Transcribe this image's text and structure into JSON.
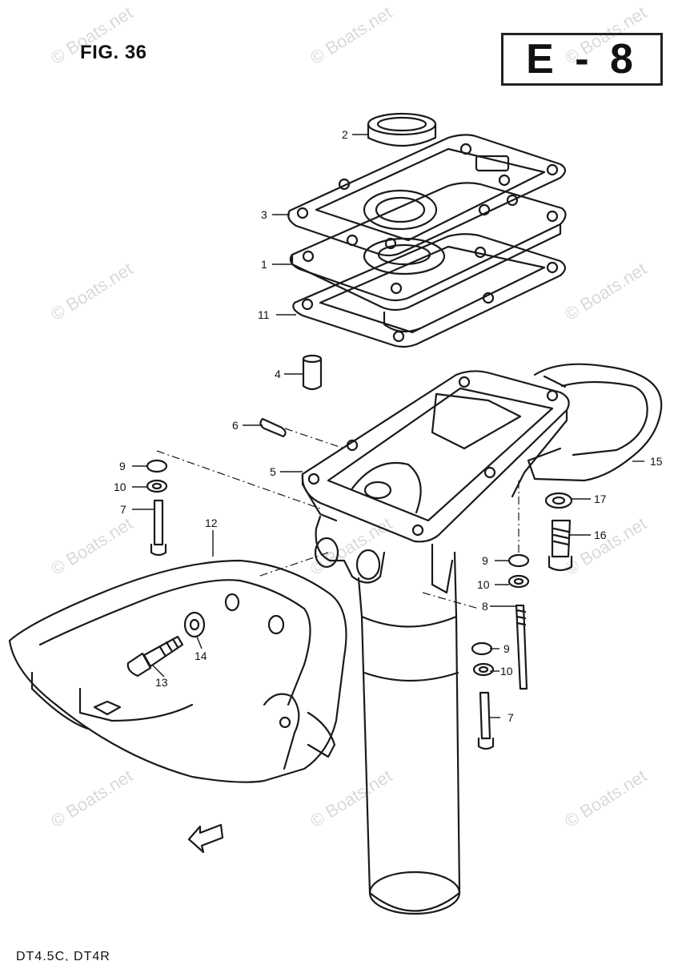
{
  "figure": {
    "label": "FIG. 36",
    "sheet_code": "E - 8"
  },
  "callouts": [
    "2",
    "3",
    "1",
    "11",
    "4",
    "6",
    "5",
    "15",
    "9",
    "10",
    "7",
    "12",
    "17",
    "16",
    "9",
    "10",
    "8",
    "9",
    "10",
    "14",
    "13",
    "7"
  ],
  "watermark": "© Boats.net",
  "footer_text": "DT4.5C, DT4R"
}
